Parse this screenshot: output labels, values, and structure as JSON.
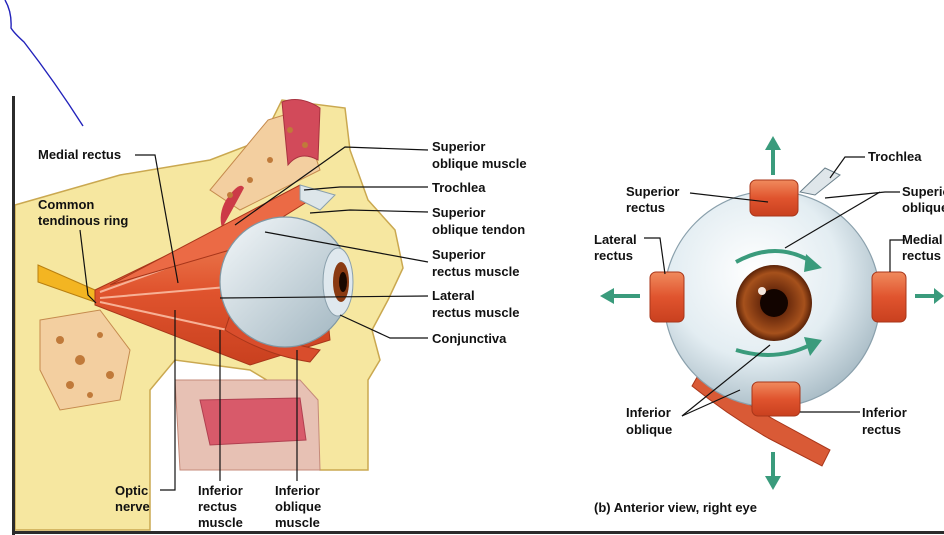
{
  "colors": {
    "ink": "#2222bb",
    "muscle": "#e4623a",
    "bone": "#f6e7a0",
    "arrow": "#3a9b7c",
    "frame": "#2b2b2b"
  },
  "lateral_view": {
    "labels": {
      "medial_rectus": "Medial rectus",
      "common_tendinous_ring_1": "Common",
      "common_tendinous_ring_2": "tendinous ring",
      "superior_oblique_muscle_1": "Superior",
      "superior_oblique_muscle_2": "oblique muscle",
      "trochlea": "Trochlea",
      "superior_oblique_tendon_1": "Superior",
      "superior_oblique_tendon_2": "oblique tendon",
      "superior_rectus_muscle_1": "Superior",
      "superior_rectus_muscle_2": "rectus muscle",
      "lateral_rectus_muscle_1": "Lateral",
      "lateral_rectus_muscle_2": "rectus muscle",
      "conjunctiva": "Conjunctiva",
      "optic_nerve_1": "Optic",
      "optic_nerve_2": "nerve",
      "inferior_rectus_muscle_1": "Inferior",
      "inferior_rectus_muscle_2": "rectus",
      "inferior_rectus_muscle_3": "muscle",
      "inferior_oblique_muscle_1": "Inferior",
      "inferior_oblique_muscle_2": "oblique",
      "inferior_oblique_muscle_3": "muscle"
    }
  },
  "anterior_view": {
    "labels": {
      "trochlea": "Trochlea",
      "superior_rectus_1": "Superior",
      "superior_rectus_2": "rectus",
      "superior_oblique_1": "Superior",
      "superior_oblique_2": "oblique",
      "lateral_rectus_1": "Lateral",
      "lateral_rectus_2": "rectus",
      "medial_rectus_1": "Medial",
      "medial_rectus_2": "rectus",
      "inferior_oblique_1": "Inferior",
      "inferior_oblique_2": "oblique",
      "inferior_rectus_1": "Inferior",
      "inferior_rectus_2": "rectus"
    },
    "caption": "(b) Anterior view, right eye"
  }
}
